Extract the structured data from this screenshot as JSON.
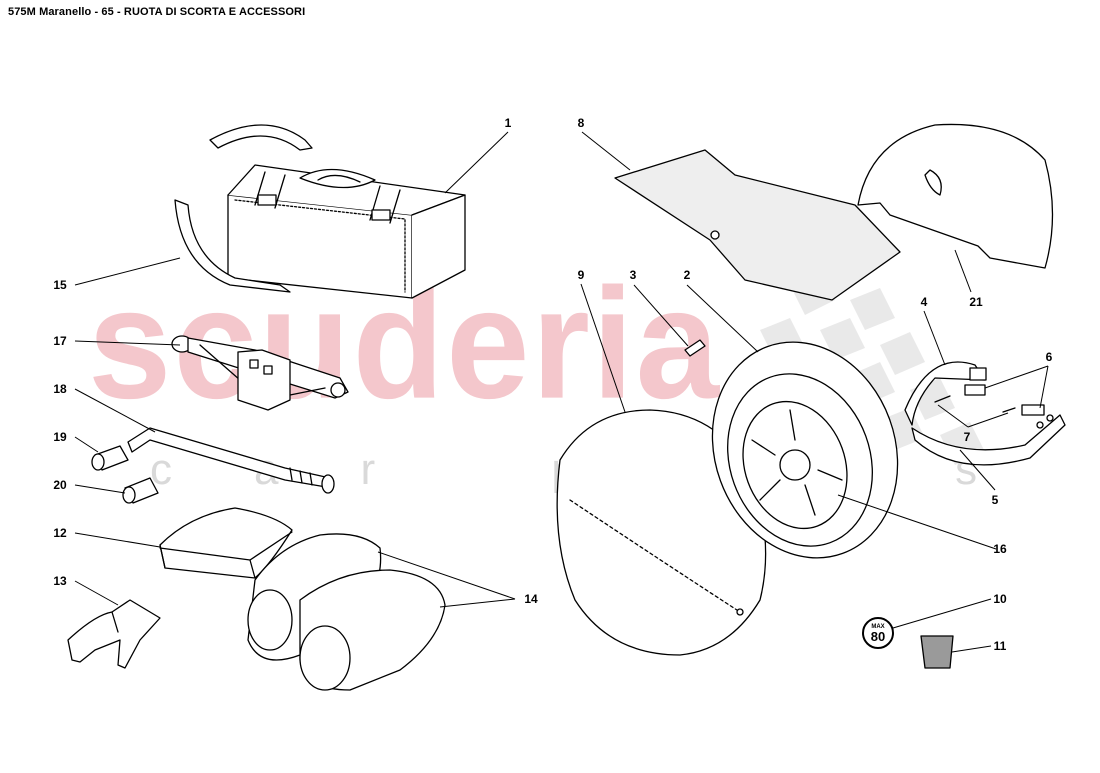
{
  "header": {
    "title": "575M Maranello - 65 - RUOTA DI SCORTA E ACCESSORI"
  },
  "watermark": {
    "brand": "scuderia",
    "subtitle": "car parts",
    "color": "#f4c7cc"
  },
  "badge": {
    "top_text": "MAX",
    "value": "80"
  },
  "callouts": [
    {
      "id": "c1",
      "text": "1"
    },
    {
      "id": "c2",
      "text": "2"
    },
    {
      "id": "c3",
      "text": "3"
    },
    {
      "id": "c4",
      "text": "4"
    },
    {
      "id": "c5",
      "text": "5"
    },
    {
      "id": "c6",
      "text": "6"
    },
    {
      "id": "c7",
      "text": "7"
    },
    {
      "id": "c8",
      "text": "8"
    },
    {
      "id": "c9",
      "text": "9"
    },
    {
      "id": "c10",
      "text": "10"
    },
    {
      "id": "c11",
      "text": "11"
    },
    {
      "id": "c12",
      "text": "12"
    },
    {
      "id": "c13",
      "text": "13"
    },
    {
      "id": "c14",
      "text": "14"
    },
    {
      "id": "c15",
      "text": "15"
    },
    {
      "id": "c16",
      "text": "16"
    },
    {
      "id": "c17",
      "text": "17"
    },
    {
      "id": "c18",
      "text": "18"
    },
    {
      "id": "c19",
      "text": "19"
    },
    {
      "id": "c20",
      "text": "20"
    },
    {
      "id": "c21",
      "text": "21"
    }
  ]
}
